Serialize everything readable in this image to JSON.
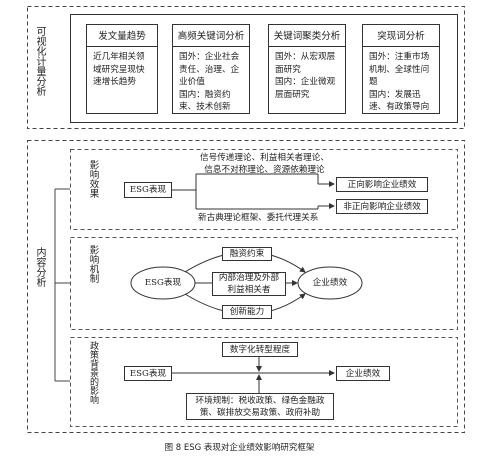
{
  "top_section": {
    "label": "可视化计量分析",
    "cards": [
      {
        "title": "发文量趋势",
        "body": "近几年相关领域研究呈现快速增长趋势"
      },
      {
        "title": "高频关键词分析",
        "body": "国外：企业社会责任、治理、企业价值\n国内：融资约束、技术创新"
      },
      {
        "title": "关键词聚类分析",
        "body": "国外：从宏观层面研究\n国内：企业微观层面研究"
      },
      {
        "title": "突现词分析",
        "body": "国外：注重市场机制、全球性问题\n国内：发展迅速、有政策导向"
      }
    ]
  },
  "bottom_section": {
    "label": "内容分析",
    "effect": {
      "label": "影响效果",
      "esg": "ESG表现",
      "theories_top": "信号传递理论、利益相关者理论、\n信息不对称理论、资源依赖理论",
      "positive": "正向影响企业绩效",
      "negative": "非正向影响企业绩效",
      "theories_bottom": "新古典理论框架、委托代理关系"
    },
    "mechanism": {
      "label": "影响机制",
      "esg": "ESG表现",
      "financing": "融资约束",
      "governance": "内部治理及外部利益相关者",
      "innovation": "创新能力",
      "performance": "企业绩效"
    },
    "policy": {
      "label": "政策背景的影响",
      "digital": "数字化转型程度",
      "esg": "ESG表现",
      "performance": "企业绩效",
      "environment": "环境规制：税收政策、绿色金融政策、碳排放交易政策、政府补助"
    }
  },
  "caption": "图 8    ESG 表现对企业绩效影响研究框架"
}
